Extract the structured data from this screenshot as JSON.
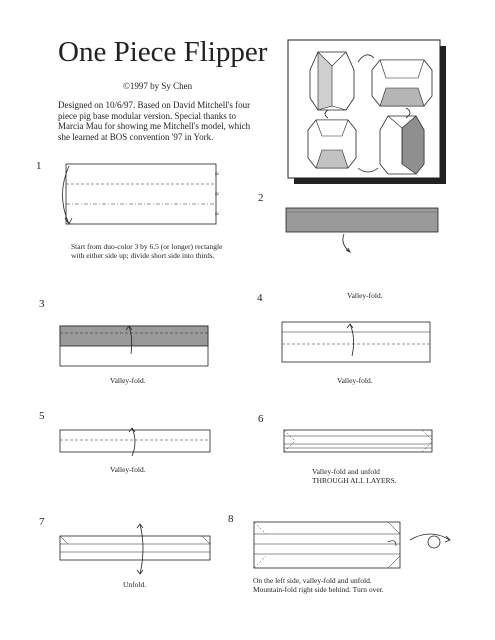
{
  "document": {
    "title": "One Piece Flipper",
    "copyright": "©1997 by Sy Chen",
    "description": "Designed on 10/6/97.  Based on David Mitchell's four piece pig base modular version.  Special thanks to Marcia Mau for showing me Mitchell's model, which she learned at BOS convention '97 in York."
  },
  "steps": [
    {
      "number": "1",
      "caption_line1": "Start from duo-color 3 by 6.5 (or longer) rectangle",
      "caption_line2": "with either side up; divide short side into thirds."
    },
    {
      "number": "2",
      "caption": "Valley-fold."
    },
    {
      "number": "3",
      "caption": "Valley-fold."
    },
    {
      "number": "4",
      "caption": "Valley-fold."
    },
    {
      "number": "5",
      "caption": "Valley-fold."
    },
    {
      "number": "6",
      "caption_line1": "Valley-fold and unfold",
      "caption_line2": "THROUGH ALL LAYERS."
    },
    {
      "number": "7",
      "caption": "Unfold."
    },
    {
      "number": "8",
      "caption_line1": "On the left side, valley-fold and unfold.",
      "caption_line2": "Mountain-fold right side behind.  Turn over."
    }
  ],
  "colors": {
    "paper_gray": "#9a9a9a",
    "paper_white": "#ffffff",
    "ink": "#222222"
  }
}
